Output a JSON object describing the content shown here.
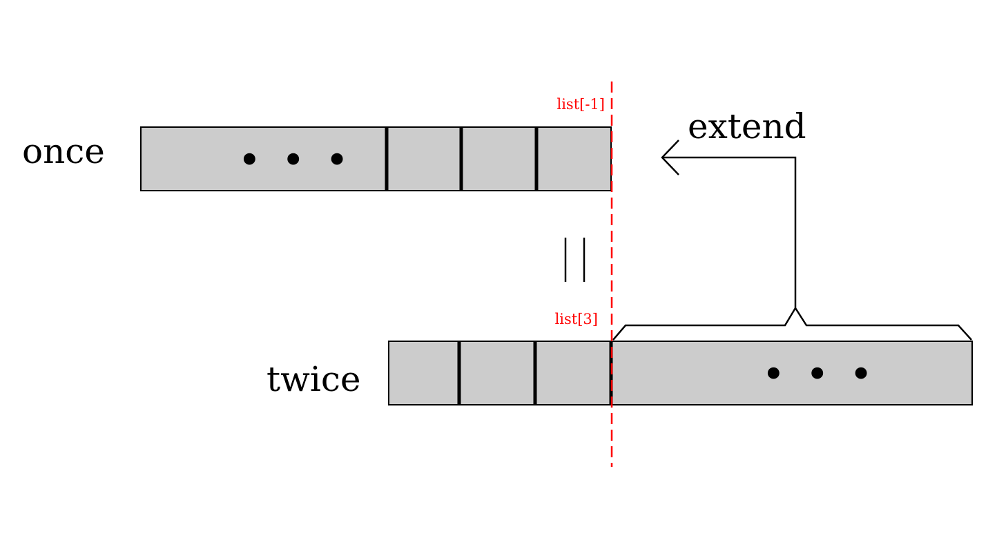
{
  "colors": {
    "background": "#ffffff",
    "cell_fill": "#cccccc",
    "stroke": "#000000",
    "highlight": "#ff0000"
  },
  "rows": {
    "once": {
      "label": "once",
      "ellipsis": "• • •"
    },
    "twice": {
      "label": "twice",
      "ellipsis": "• • •"
    }
  },
  "index_labels": {
    "last": "list[-1]",
    "fourth": "list[3]"
  },
  "equals_sign": "||",
  "operation": {
    "label": "extend"
  }
}
